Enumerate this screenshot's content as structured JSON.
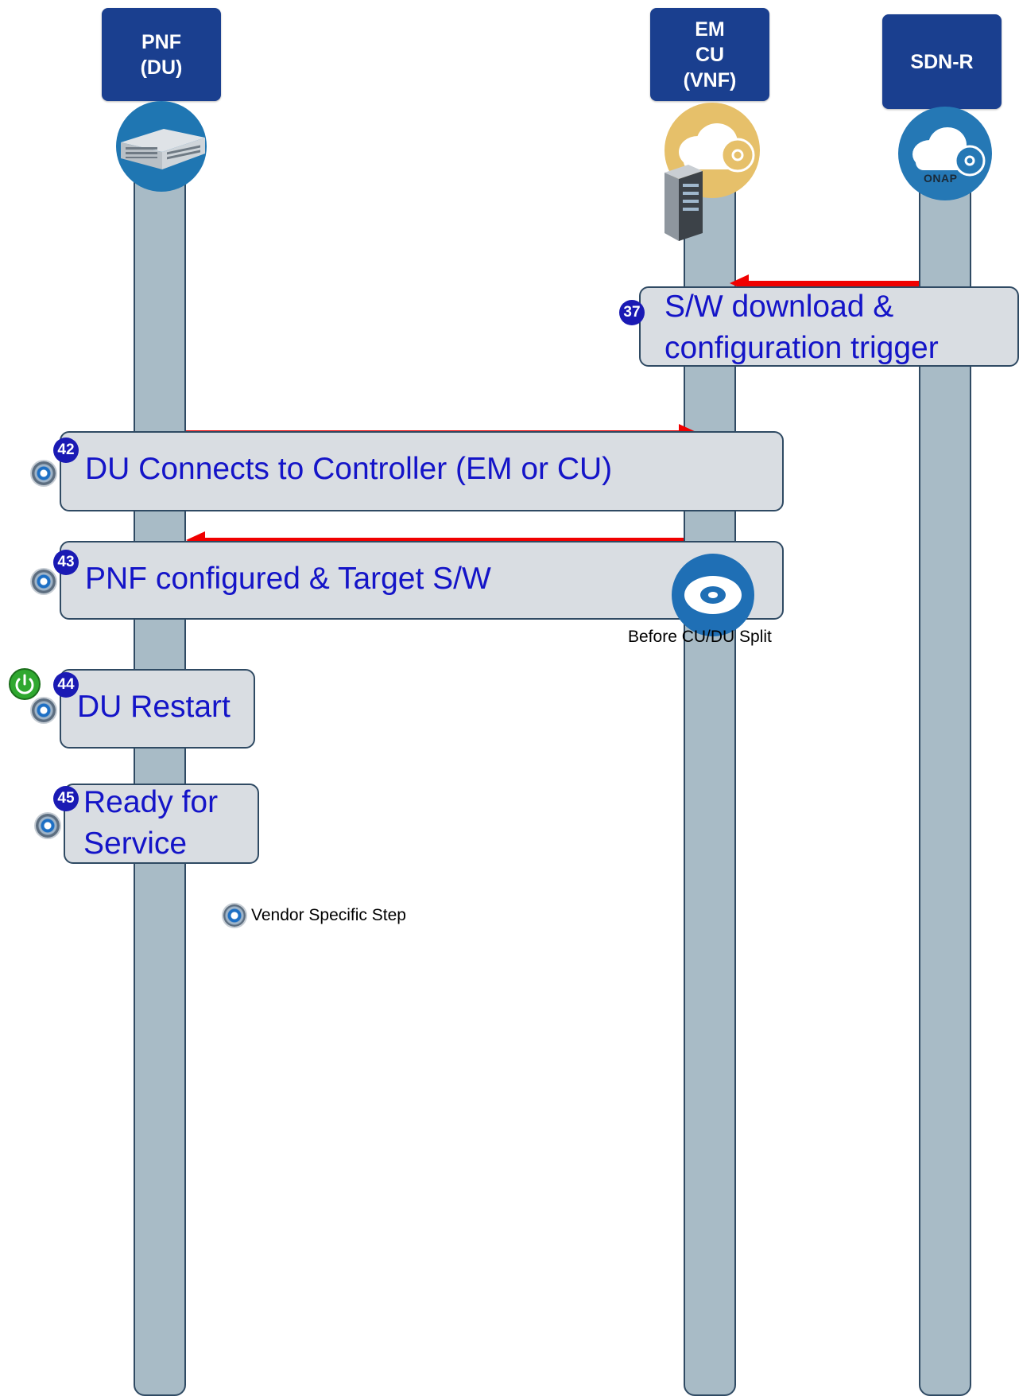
{
  "actors": {
    "pnf": {
      "label": "PNF\n(DU)"
    },
    "em_cu": {
      "label": "EM\nCU\n(VNF)"
    },
    "sdnr": {
      "label": "SDN-R",
      "logo_text": "ONAP"
    }
  },
  "steps": [
    {
      "number": "37",
      "text": "S/W download &\nconfiguration trigger"
    },
    {
      "number": "42",
      "text": "DU Connects to Controller (EM or CU)"
    },
    {
      "number": "43",
      "text": "PNF configured & Target S/W"
    },
    {
      "number": "44",
      "text": "DU Restart"
    },
    {
      "number": "45",
      "text": "Ready for\nService"
    }
  ],
  "notes": {
    "before_split": "Before CU/DU Split",
    "legend": "Vendor Specific Step"
  },
  "icons": [
    "server-chassis-icon",
    "cloud-icon",
    "disc-icon",
    "server-tower-icon",
    "power-icon",
    "gear-icon"
  ],
  "colors": {
    "actor_box": "#1a3f8f",
    "lifeline": "#a8bbc6",
    "arrow": "#f00000",
    "step_text": "#1414c8",
    "badge": "#1a1ab4"
  }
}
